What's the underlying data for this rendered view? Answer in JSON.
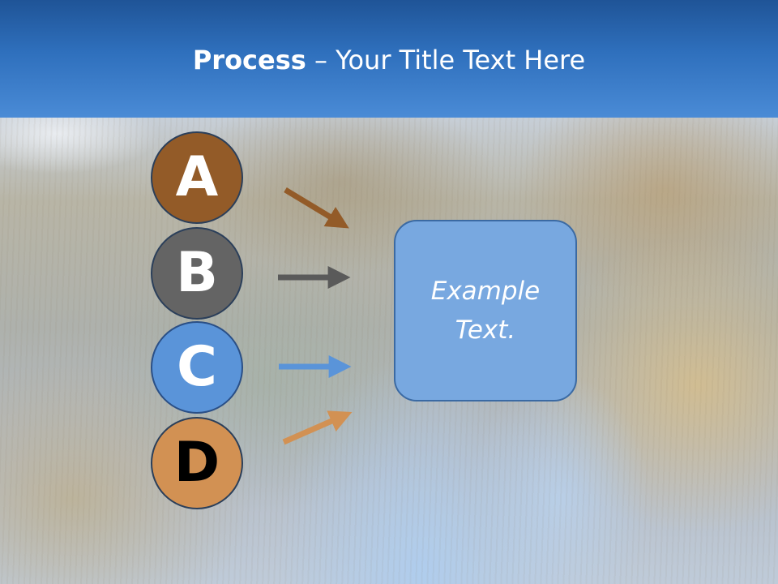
{
  "header": {
    "title_bold": "Process",
    "title_rest": " – Your Title Text Here"
  },
  "steps": [
    {
      "letter": "A",
      "color": "#935b28",
      "arrow_color": "#935b28"
    },
    {
      "letter": "B",
      "color": "#646464",
      "arrow_color": "#5a5a5a"
    },
    {
      "letter": "C",
      "color": "#5a94d9",
      "arrow_color": "#5a94d9"
    },
    {
      "letter": "D",
      "color": "#d29153",
      "arrow_color": "#d29153"
    }
  ],
  "target_box": {
    "text": "Example Text.",
    "color": "#78a8e0"
  },
  "header_color": "#2f70bd"
}
